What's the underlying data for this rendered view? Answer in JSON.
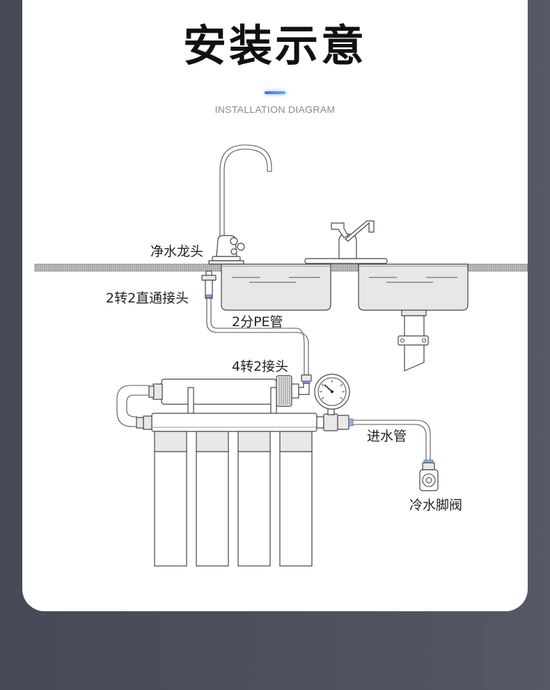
{
  "page": {
    "title": "安装示意",
    "subtitle": "INSTALLATION DIAGRAM"
  },
  "diagram": {
    "labels": {
      "faucet": "净水龙头",
      "straight_connector": "2转2直通接头",
      "pe_tube": "2分PE管",
      "reducer_connector": "4转2接头",
      "inlet_pipe": "进水管",
      "angle_valve": "冷水脚阀"
    }
  },
  "colors": {
    "accent": "#2f6ff0",
    "background": "#4b4f5b",
    "card": "#ffffff",
    "line": "#444444",
    "connector_blue": "#7aa8e0"
  }
}
